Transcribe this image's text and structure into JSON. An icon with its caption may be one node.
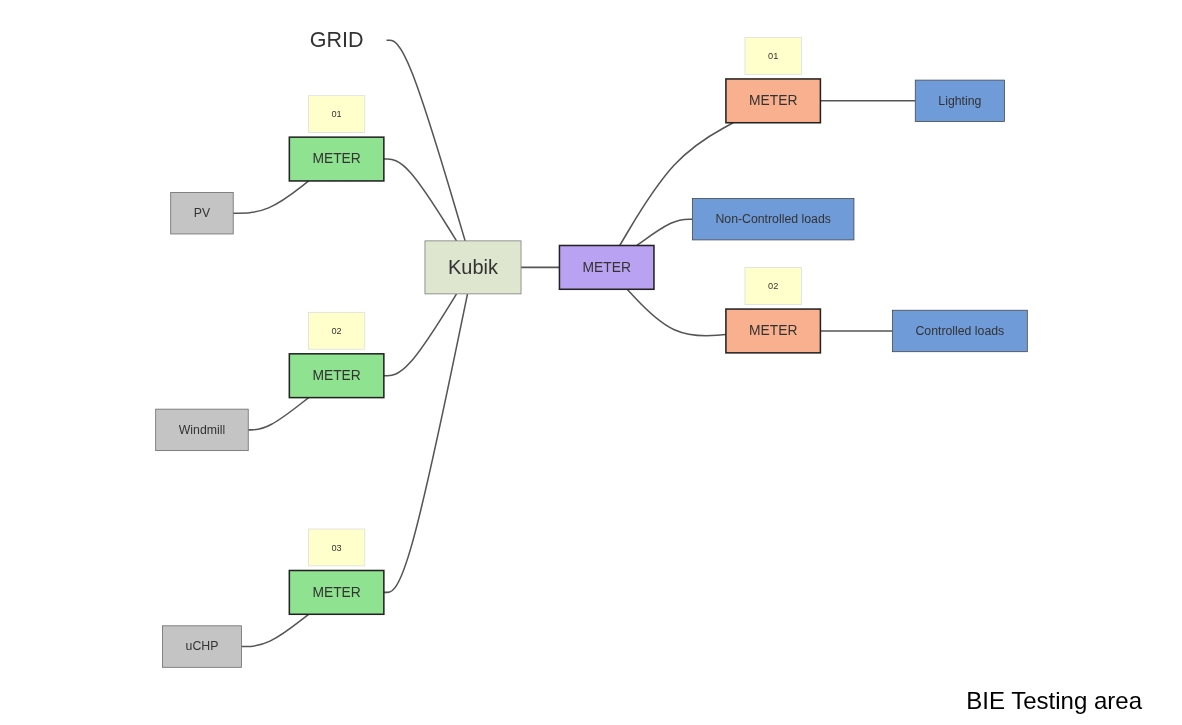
{
  "diagram": {
    "nodes": [
      {
        "text": [
          "GRID"
        ]
      },
      {
        "text": [
          "Kubik"
        ]
      },
      {
        "text": [
          "METER"
        ]
      },
      {
        "text": [
          "PV"
        ]
      },
      {
        "text": [
          "METER"
        ],
        "beside": [
          "01"
        ]
      },
      {
        "text": [
          "METER"
        ],
        "beside": [
          "01"
        ]
      },
      {
        "text": [
          "Lighting"
        ]
      },
      {
        "text": [
          "Windmill"
        ]
      },
      {
        "text": [
          "METER"
        ],
        "beside": [
          "02"
        ]
      },
      {
        "text": [
          "Non-Controlled loads"
        ]
      },
      {
        "text": [
          "METER"
        ],
        "beside": [
          "02"
        ]
      },
      {
        "text": [
          "Controlled loads"
        ]
      },
      {
        "text": [
          "uCHP"
        ]
      },
      {
        "text": [
          "METER"
        ],
        "beside": [
          "03"
        ]
      }
    ],
    "edges": [
      {
        "from": 0,
        "to": 1,
        "arrow": "none"
      },
      {
        "from": 1,
        "to": 2,
        "arrow": "none"
      },
      {
        "from": 2,
        "to": 5,
        "arrow": "none"
      },
      {
        "from": 2,
        "to": 9,
        "arrow": "none"
      },
      {
        "from": 2,
        "to": 10,
        "arrow": "none"
      },
      {
        "from": 5,
        "to": 6,
        "arrow": "none"
      },
      {
        "from": 10,
        "to": 11,
        "arrow": "none"
      },
      {
        "from": 3,
        "to": 4,
        "arrow": "none"
      },
      {
        "from": 4,
        "to": 1,
        "arrow": "none"
      },
      {
        "from": 7,
        "to": 8,
        "arrow": "none"
      },
      {
        "from": 8,
        "to": 1,
        "arrow": "none"
      },
      {
        "from": 12,
        "to": 13,
        "arrow": "none"
      },
      {
        "from": 13,
        "to": 1,
        "arrow": "none"
      }
    ],
    "labels": [
      "BIE Testing area"
    ]
  }
}
